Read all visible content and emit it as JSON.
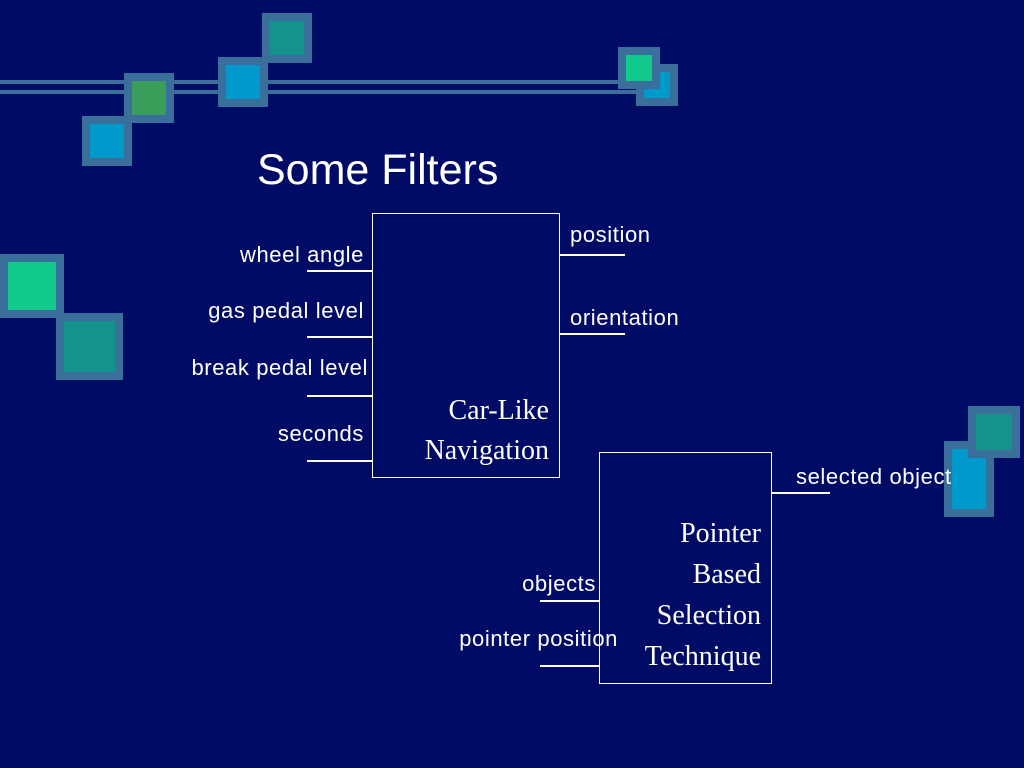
{
  "slide": {
    "title": "Some Filters"
  },
  "colors": {
    "background": "#000b66",
    "decor_border": "#3a6f9c",
    "decor_teal": "#14938e",
    "decor_blue": "#0099cc",
    "decor_green": "#3a9e5a",
    "decor_mint": "#11c98a",
    "text": "#ffffff"
  },
  "diagram": {
    "car_box": {
      "label_lines": [
        "Car-Like",
        "Navigation"
      ],
      "inputs": [
        "wheel angle",
        "gas pedal level",
        "break pedal level",
        "seconds"
      ],
      "outputs": [
        "position",
        "orientation"
      ]
    },
    "pointer_box": {
      "label_lines": [
        "Pointer",
        "Based",
        "Selection",
        "Technique"
      ],
      "inputs": [
        "objects",
        "pointer position"
      ],
      "outputs": [
        "selected object"
      ]
    }
  }
}
